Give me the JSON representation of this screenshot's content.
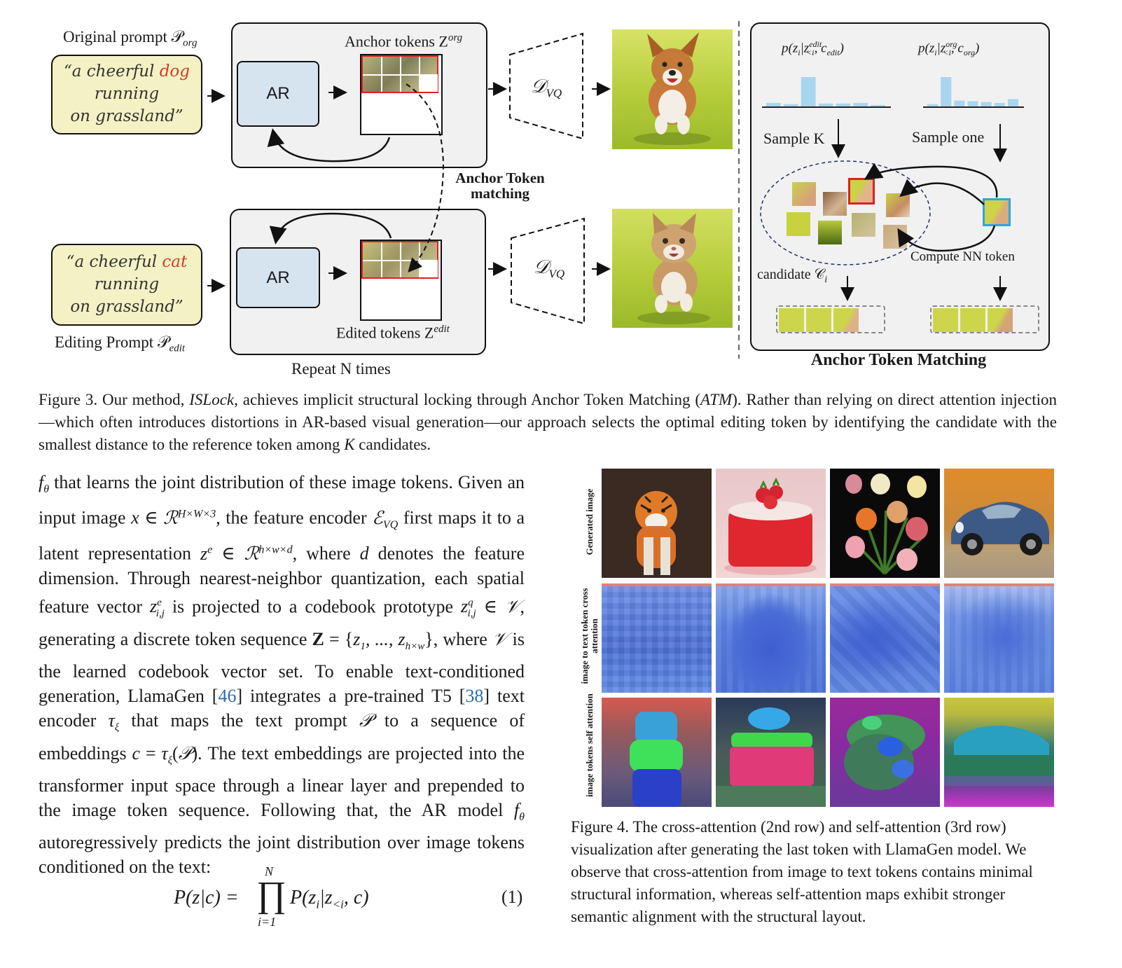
{
  "figure3": {
    "original_prompt_label": "Original prompt 𝒫",
    "original_prompt_sub": "org",
    "original_prompt_text": [
      "“a cheerful ",
      "dog",
      "running",
      "on grassland”"
    ],
    "editing_prompt_label": "Editing Prompt 𝒫",
    "editing_prompt_sub": "edit",
    "editing_prompt_text": [
      "“a cheerful ",
      "cat",
      "running",
      "on grassland”"
    ],
    "ar_label": "AR",
    "anchor_tokens_label": "Anchor tokens Z",
    "anchor_tokens_sup": "org",
    "edited_tokens_label": "Edited tokens Z",
    "edited_tokens_sup": "edit",
    "decoder_label": "𝒟",
    "decoder_sub": "VQ",
    "atm_matching_label": [
      "Anchor Token",
      "matching"
    ],
    "repeat_label": "Repeat N times",
    "dist_edit_label": "p(z_i|z^edit_<i, c_edit)",
    "dist_org_label": "p(z_i|z^org_<i, c_org)",
    "sample_k": "Sample K",
    "sample_one": "Sample one",
    "compute_nn": "Compute NN token",
    "candidate_label": "candidate 𝒞",
    "candidate_sub": "i",
    "atm_title": "Anchor Token Matching",
    "hist_edit": [
      0.12,
      0.08,
      1.0,
      0.1,
      0.1,
      0.12,
      0.05
    ],
    "hist_org": [
      0.08,
      1.0,
      0.2,
      0.18,
      0.15,
      0.12,
      0.25
    ],
    "accent_red": "#e02020",
    "accent_blue": "#29a8dc",
    "grass": "#b9cc3a"
  },
  "figure3_caption": {
    "lead": "Figure 3. Our method, ",
    "method": "ISLock",
    "mid": ", achieves implicit structural locking through Anchor Token Matching (",
    "abbr": "ATM",
    "rest": "). Rather than relying on direct attention injection—which often introduces distortions in AR-based visual generation—our approach selects the optimal editing token by identifying the candidate with the smallest distance to the reference token among ",
    "k": "K",
    "end": " candidates."
  },
  "body": {
    "p1": "that learns the joint distribution of these image tokens. Given an input image",
    "p2": ", the feature encoder",
    "p3": "first maps it to a latent representation",
    "p4": ", where",
    "p5": "denotes the feature dimension. Through nearest-neighbor quantization, each spatial feature vector",
    "p6": "is projected to a codebook prototype",
    "p7": ", generating a discrete token sequence",
    "p8": ", where",
    "p9": "is the learned codebook vector set. To enable text-conditioned generation, LlamaGen [",
    "cite1": "46",
    "p10": "] integrates a pre-trained T5 [",
    "cite2": "38",
    "p11": "] text encoder",
    "p12": "that maps the text prompt",
    "p13": "to a sequence of embeddings",
    "p14": ". The text embeddings are projected into the transformer input space through a linear layer and prepended to the image token sequence. Following that, the AR model",
    "p15": "autoregressively predicts the joint distribution over image tokens conditioned on the text:",
    "eq_number": "(1)"
  },
  "figure4": {
    "row_labels": [
      "Generated image",
      "image to text token cross attention",
      "image tokens self attention"
    ],
    "caption": "Figure 4. The cross-attention (2nd row) and self-attention (3rd row) visualization after generating the last token with LlamaGen model. We observe that cross-attention from image to text tokens contains minimal structural information, whereas self-attention maps exhibit stronger semantic alignment with the structural layout."
  }
}
